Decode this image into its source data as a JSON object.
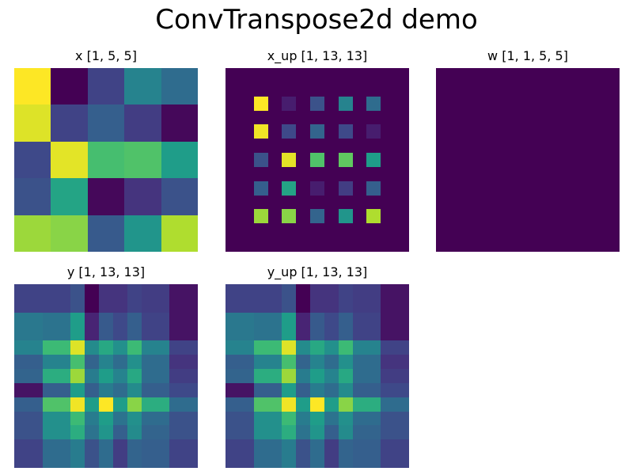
{
  "figure": {
    "title": "ConvTranspose2d demo"
  },
  "chart_data": [
    {
      "type": "heatmap",
      "title": "x [1, 5, 5]",
      "colormap": "viridis",
      "axes": "off",
      "values": [
        [
          1.0,
          0.0,
          0.2,
          0.45,
          0.35
        ],
        [
          0.95,
          0.2,
          0.3,
          0.18,
          0.02
        ],
        [
          0.22,
          0.96,
          0.7,
          0.72,
          0.55
        ],
        [
          0.25,
          0.58,
          0.02,
          0.15,
          0.25
        ],
        [
          0.85,
          0.82,
          0.28,
          0.52,
          0.88
        ]
      ]
    },
    {
      "type": "heatmap",
      "title": "x_up [1, 13, 13]",
      "colormap": "viridis",
      "axes": "off",
      "values": [
        [
          0,
          0,
          0,
          0,
          0,
          0,
          0,
          0,
          0,
          0,
          0,
          0,
          0
        ],
        [
          0,
          0,
          0,
          0,
          0,
          0,
          0,
          0,
          0,
          0,
          0,
          0,
          0
        ],
        [
          0,
          0,
          1.0,
          0,
          0.08,
          0,
          0.25,
          0,
          0.45,
          0,
          0.35,
          0,
          0
        ],
        [
          0,
          0,
          0,
          0,
          0,
          0,
          0,
          0,
          0,
          0,
          0,
          0,
          0
        ],
        [
          0,
          0,
          0.98,
          0,
          0.22,
          0,
          0.32,
          0,
          0.22,
          0,
          0.08,
          0,
          0
        ],
        [
          0,
          0,
          0,
          0,
          0,
          0,
          0,
          0,
          0,
          0,
          0,
          0,
          0
        ],
        [
          0,
          0,
          0.25,
          0,
          0.96,
          0,
          0.72,
          0,
          0.75,
          0,
          0.55,
          0,
          0
        ],
        [
          0,
          0,
          0,
          0,
          0,
          0,
          0,
          0,
          0,
          0,
          0,
          0,
          0
        ],
        [
          0,
          0,
          0.3,
          0,
          0.58,
          0,
          0.08,
          0,
          0.18,
          0,
          0.3,
          0,
          0
        ],
        [
          0,
          0,
          0,
          0,
          0,
          0,
          0,
          0,
          0,
          0,
          0,
          0,
          0
        ],
        [
          0,
          0,
          0.85,
          0,
          0.82,
          0,
          0.32,
          0,
          0.52,
          0,
          0.88,
          0,
          0
        ],
        [
          0,
          0,
          0,
          0,
          0,
          0,
          0,
          0,
          0,
          0,
          0,
          0,
          0
        ],
        [
          0,
          0,
          0,
          0,
          0,
          0,
          0,
          0,
          0,
          0,
          0,
          0,
          0
        ]
      ]
    },
    {
      "type": "heatmap",
      "title": "w [1, 1, 5, 5]",
      "colormap": "viridis",
      "axes": "off",
      "values": [
        [
          0,
          0,
          0,
          0,
          0
        ],
        [
          0,
          0,
          0,
          0,
          0
        ],
        [
          0,
          0,
          0,
          0,
          0
        ],
        [
          0,
          0,
          0,
          0,
          0
        ],
        [
          0,
          0,
          0,
          0,
          0
        ]
      ]
    },
    {
      "type": "heatmap",
      "title": "y [1, 13, 13]",
      "colormap": "viridis",
      "axes": "off",
      "values": [
        [
          0.2,
          0.2,
          0.2,
          0.2,
          0.25,
          0.0,
          0.15,
          0.15,
          0.2,
          0.18,
          0.18,
          0.05,
          0.05
        ],
        [
          0.2,
          0.2,
          0.2,
          0.2,
          0.25,
          0.0,
          0.15,
          0.15,
          0.2,
          0.18,
          0.18,
          0.05,
          0.05
        ],
        [
          0.4,
          0.4,
          0.38,
          0.38,
          0.55,
          0.1,
          0.28,
          0.22,
          0.3,
          0.2,
          0.2,
          0.05,
          0.05
        ],
        [
          0.4,
          0.4,
          0.38,
          0.38,
          0.55,
          0.1,
          0.28,
          0.22,
          0.3,
          0.2,
          0.2,
          0.05,
          0.05
        ],
        [
          0.45,
          0.45,
          0.68,
          0.68,
          0.95,
          0.48,
          0.6,
          0.5,
          0.68,
          0.45,
          0.45,
          0.2,
          0.2
        ],
        [
          0.3,
          0.3,
          0.45,
          0.45,
          0.7,
          0.32,
          0.45,
          0.35,
          0.5,
          0.35,
          0.35,
          0.15,
          0.15
        ],
        [
          0.32,
          0.32,
          0.62,
          0.62,
          0.85,
          0.42,
          0.55,
          0.45,
          0.6,
          0.35,
          0.35,
          0.18,
          0.18
        ],
        [
          0.05,
          0.05,
          0.3,
          0.3,
          0.55,
          0.3,
          0.42,
          0.35,
          0.48,
          0.3,
          0.3,
          0.22,
          0.22
        ],
        [
          0.3,
          0.3,
          0.72,
          0.72,
          0.98,
          0.55,
          1.0,
          0.55,
          0.82,
          0.62,
          0.62,
          0.35,
          0.35
        ],
        [
          0.25,
          0.25,
          0.5,
          0.5,
          0.68,
          0.42,
          0.55,
          0.38,
          0.5,
          0.35,
          0.35,
          0.25,
          0.25
        ],
        [
          0.25,
          0.25,
          0.5,
          0.5,
          0.62,
          0.38,
          0.52,
          0.3,
          0.48,
          0.32,
          0.32,
          0.25,
          0.25
        ],
        [
          0.2,
          0.2,
          0.35,
          0.35,
          0.42,
          0.25,
          0.35,
          0.18,
          0.32,
          0.3,
          0.3,
          0.2,
          0.2
        ],
        [
          0.2,
          0.2,
          0.35,
          0.35,
          0.42,
          0.25,
          0.35,
          0.18,
          0.32,
          0.3,
          0.3,
          0.2,
          0.2
        ]
      ]
    },
    {
      "type": "heatmap",
      "title": "y_up [1, 13, 13]",
      "colormap": "viridis",
      "axes": "off",
      "values": [
        [
          0.2,
          0.2,
          0.2,
          0.2,
          0.25,
          0.0,
          0.15,
          0.15,
          0.2,
          0.18,
          0.18,
          0.05,
          0.05
        ],
        [
          0.2,
          0.2,
          0.2,
          0.2,
          0.25,
          0.0,
          0.15,
          0.15,
          0.2,
          0.18,
          0.18,
          0.05,
          0.05
        ],
        [
          0.4,
          0.4,
          0.38,
          0.38,
          0.55,
          0.1,
          0.28,
          0.22,
          0.3,
          0.2,
          0.2,
          0.05,
          0.05
        ],
        [
          0.4,
          0.4,
          0.38,
          0.38,
          0.55,
          0.1,
          0.28,
          0.22,
          0.3,
          0.2,
          0.2,
          0.05,
          0.05
        ],
        [
          0.45,
          0.45,
          0.68,
          0.68,
          0.95,
          0.48,
          0.6,
          0.5,
          0.68,
          0.45,
          0.45,
          0.2,
          0.2
        ],
        [
          0.3,
          0.3,
          0.45,
          0.45,
          0.7,
          0.32,
          0.45,
          0.35,
          0.5,
          0.35,
          0.35,
          0.15,
          0.15
        ],
        [
          0.32,
          0.32,
          0.62,
          0.62,
          0.85,
          0.42,
          0.55,
          0.45,
          0.6,
          0.35,
          0.35,
          0.18,
          0.18
        ],
        [
          0.05,
          0.05,
          0.3,
          0.3,
          0.55,
          0.3,
          0.42,
          0.35,
          0.48,
          0.3,
          0.3,
          0.22,
          0.22
        ],
        [
          0.3,
          0.3,
          0.72,
          0.72,
          0.98,
          0.55,
          1.0,
          0.55,
          0.82,
          0.62,
          0.62,
          0.35,
          0.35
        ],
        [
          0.25,
          0.25,
          0.5,
          0.5,
          0.68,
          0.42,
          0.55,
          0.38,
          0.5,
          0.35,
          0.35,
          0.25,
          0.25
        ],
        [
          0.25,
          0.25,
          0.5,
          0.5,
          0.62,
          0.38,
          0.52,
          0.3,
          0.48,
          0.32,
          0.32,
          0.25,
          0.25
        ],
        [
          0.2,
          0.2,
          0.35,
          0.35,
          0.42,
          0.25,
          0.35,
          0.18,
          0.32,
          0.3,
          0.3,
          0.2,
          0.2
        ],
        [
          0.2,
          0.2,
          0.35,
          0.35,
          0.42,
          0.25,
          0.35,
          0.18,
          0.32,
          0.3,
          0.3,
          0.2,
          0.2
        ]
      ]
    }
  ]
}
